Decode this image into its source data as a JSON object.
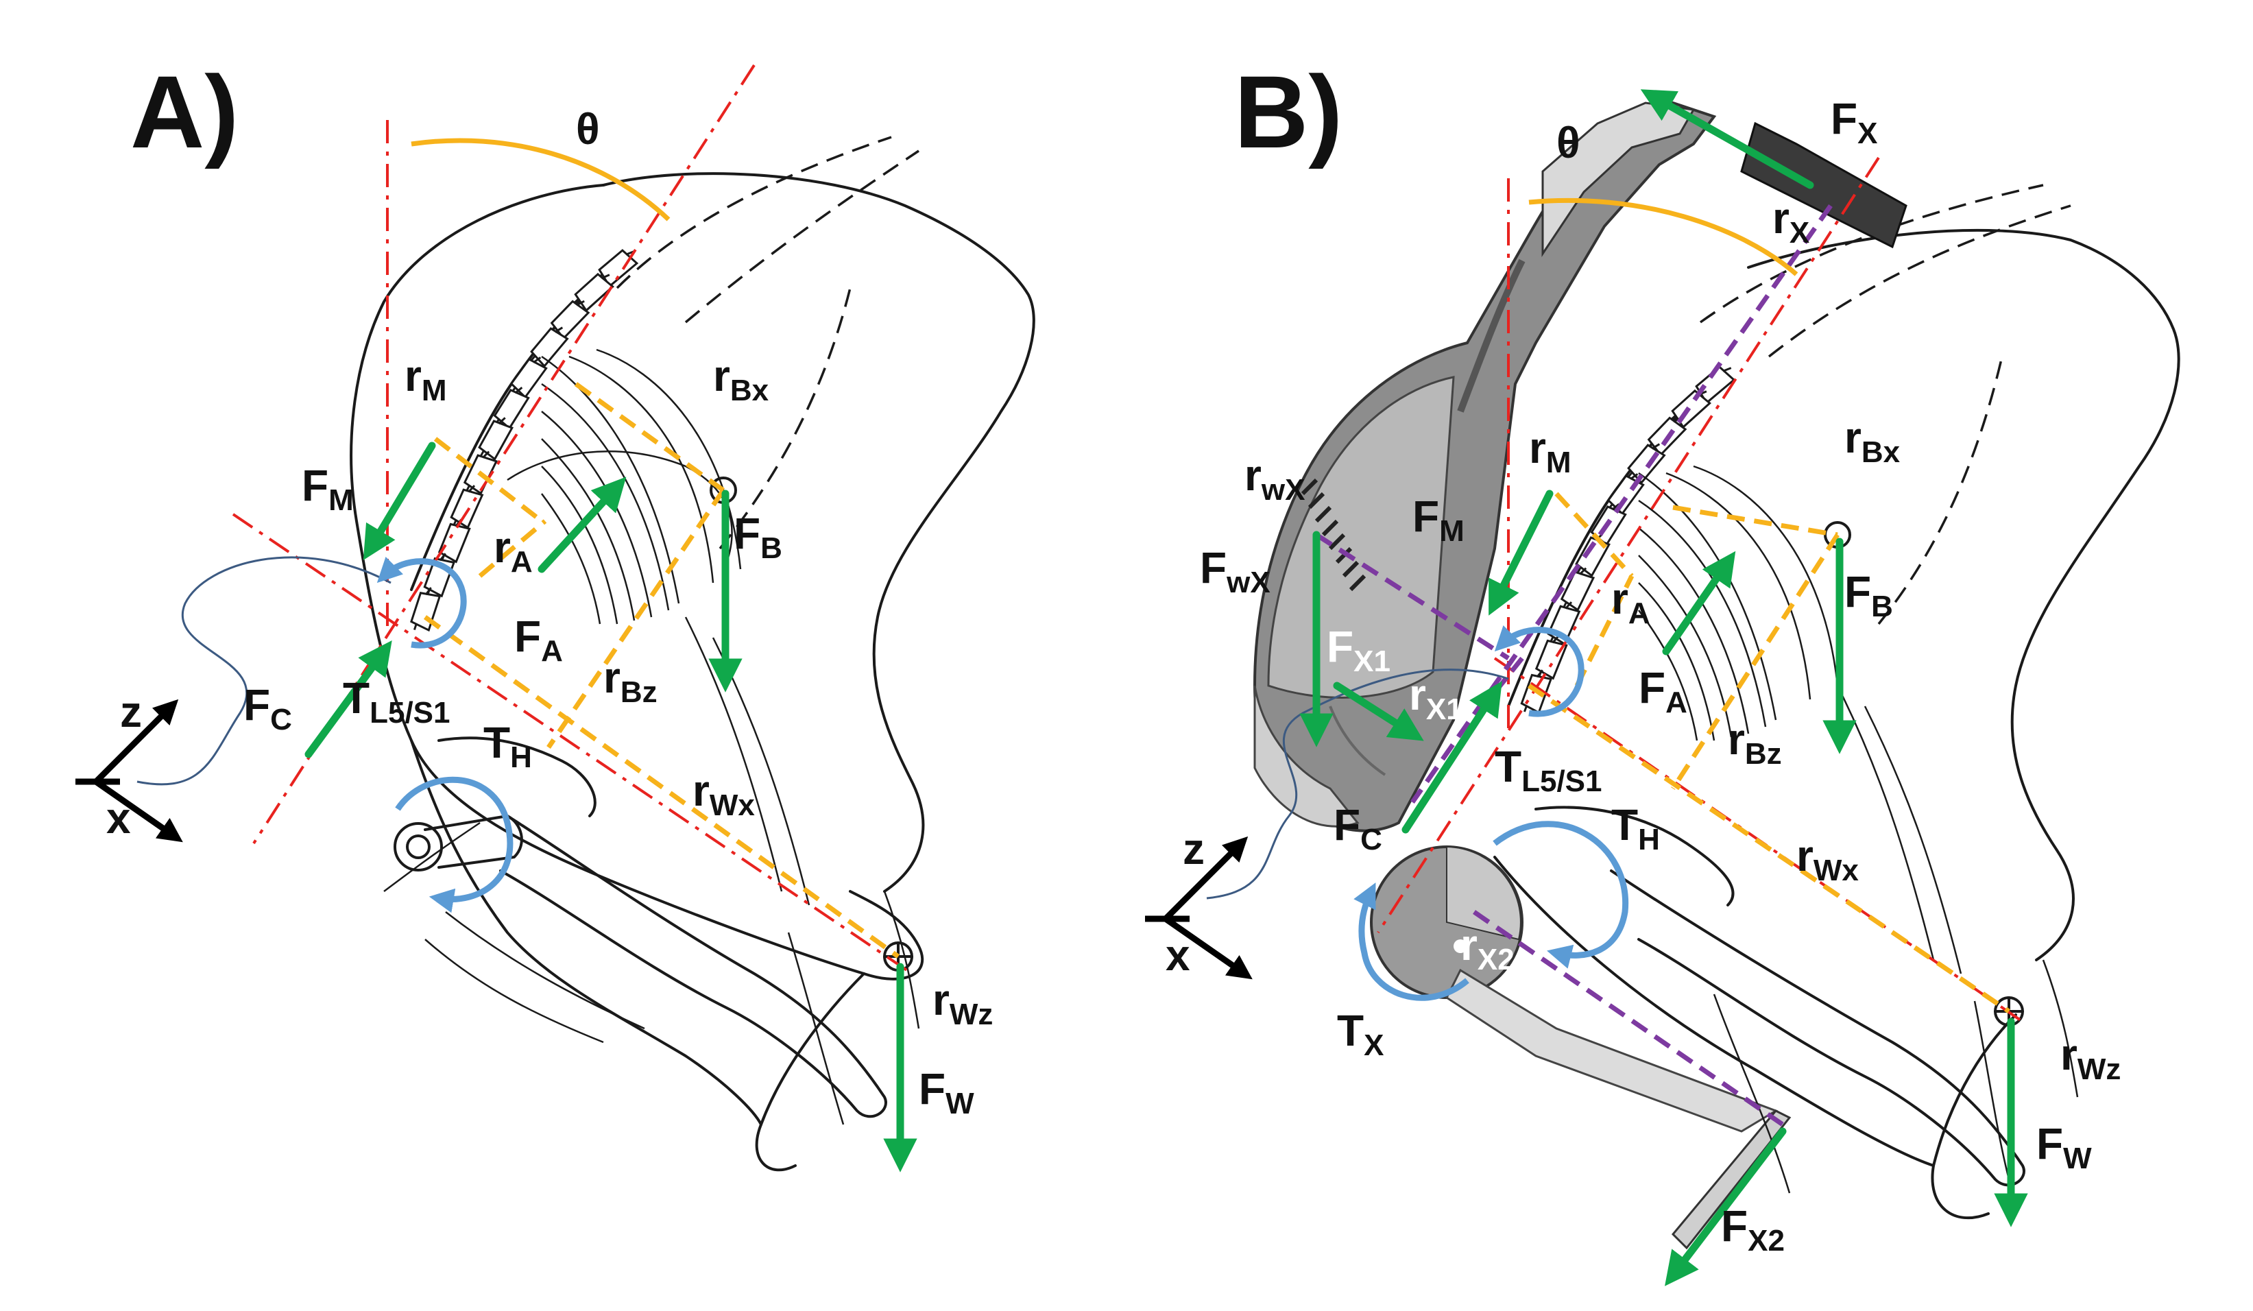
{
  "panels": [
    {
      "id": "A",
      "label": "A)",
      "angle": "θ",
      "labels": {
        "rM": {
          "main": "r",
          "sub": "M"
        },
        "rBx": {
          "main": "r",
          "sub": "Bx"
        },
        "FM": {
          "main": "F",
          "sub": "M"
        },
        "rA": {
          "main": "r",
          "sub": "A"
        },
        "FB": {
          "main": "F",
          "sub": "B"
        },
        "FA": {
          "main": "F",
          "sub": "A"
        },
        "FC": {
          "main": "F",
          "sub": "C"
        },
        "rBz": {
          "main": "r",
          "sub": "Bz"
        },
        "TL5": {
          "main": "T",
          "sub": "L5/S1"
        },
        "TH": {
          "main": "T",
          "sub": "H"
        },
        "rWx": {
          "main": "r",
          "sub": "Wx"
        },
        "rWz": {
          "main": "r",
          "sub": "Wz"
        },
        "FW": {
          "main": "F",
          "sub": "W"
        }
      },
      "axes": {
        "z": "z",
        "x": "x"
      }
    },
    {
      "id": "B",
      "label": "B)",
      "angle": "θ",
      "labels": {
        "FX": {
          "main": "F",
          "sub": "X"
        },
        "rX": {
          "main": "r",
          "sub": "X"
        },
        "rM": {
          "main": "r",
          "sub": "M"
        },
        "rBx": {
          "main": "r",
          "sub": "Bx"
        },
        "rwX": {
          "main": "r",
          "sub": "wX"
        },
        "FM": {
          "main": "F",
          "sub": "M"
        },
        "FwX": {
          "main": "F",
          "sub": "wX"
        },
        "rA": {
          "main": "r",
          "sub": "A"
        },
        "FB": {
          "main": "F",
          "sub": "B"
        },
        "FX1": {
          "main": "F",
          "sub": "X1"
        },
        "rX1": {
          "main": "r",
          "sub": "X1"
        },
        "FA": {
          "main": "F",
          "sub": "A"
        },
        "rBz": {
          "main": "r",
          "sub": "Bz"
        },
        "TL5": {
          "main": "T",
          "sub": "L5/S1"
        },
        "FC": {
          "main": "F",
          "sub": "C"
        },
        "TH": {
          "main": "T",
          "sub": "H"
        },
        "rWx": {
          "main": "r",
          "sub": "Wx"
        },
        "rX2": {
          "main": "r",
          "sub": "X2"
        },
        "TX": {
          "main": "T",
          "sub": "X"
        },
        "rWz": {
          "main": "r",
          "sub": "Wz"
        },
        "FW": {
          "main": "F",
          "sub": "W"
        },
        "FX2": {
          "main": "F",
          "sub": "X2"
        }
      },
      "axes": {
        "z": "z",
        "x": "x"
      }
    }
  ],
  "colors": {
    "force": "#10a84b",
    "moment_arm": "#f7b21b",
    "reference_line": "#e8231f",
    "torque": "#5b9bd5",
    "exo_arm": "#7d3aa0"
  }
}
